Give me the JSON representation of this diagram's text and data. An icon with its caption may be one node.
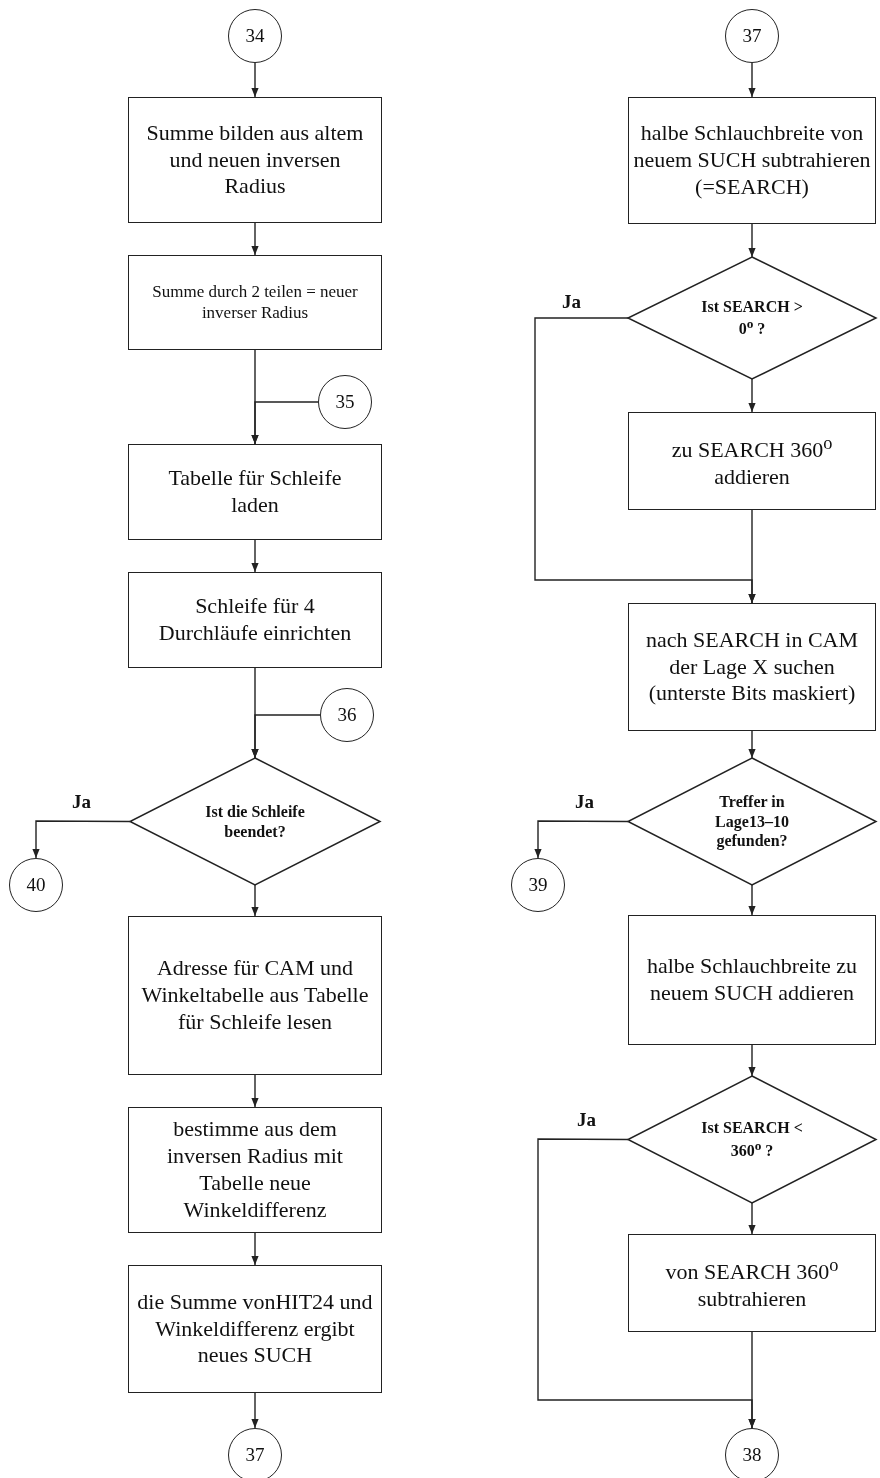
{
  "diagram": {
    "nodes": [
      {
        "text": [
          "34"
        ]
      },
      {
        "text": [
          "Summe bilden aus altem und neuen inversen Radius"
        ]
      },
      {
        "text": [
          "Summe durch 2 teilen = neuer inverser Radius"
        ]
      },
      {
        "text": [
          "35"
        ]
      },
      {
        "text": [
          "Tabelle für Schleife laden"
        ]
      },
      {
        "text": [
          "Schleife für 4 Durchläufe einrichten"
        ]
      },
      {
        "text": [
          "36"
        ]
      },
      {
        "text": [
          "Ist die Schleife beendet?"
        ]
      },
      {
        "text": [
          "40"
        ]
      },
      {
        "text": [
          "Adresse für CAM und Winkeltabelle aus Tabelle für Schleife lesen"
        ]
      },
      {
        "text": [
          "bestimme aus dem inversen Radius mit Tabelle neue Winkeldifferenz"
        ]
      },
      {
        "text": [
          "die Summe vonHIT24 und Winkeldifferenz ergibt neues SUCH"
        ]
      },
      {
        "text": [
          "37"
        ]
      },
      {
        "text": [
          "37"
        ]
      },
      {
        "text": [
          "halbe Schlauchbreite von neuem SUCH subtrahieren (=SEARCH)"
        ]
      },
      {
        "text": [
          "Ist SEARCH > 0$^{o}$ ?"
        ]
      },
      {
        "text": [
          "zu SEARCH 360$^{o}$ addieren"
        ]
      },
      {
        "text": [
          "nach SEARCH in CAM der Lage X suchen (unterste Bits maskiert)"
        ]
      },
      {
        "text": [
          "Treffer in Lage13–10 gefunden?"
        ]
      },
      {
        "text": [
          "39"
        ]
      },
      {
        "text": [
          "halbe Schlauchbreite zu neuem SUCH addieren"
        ]
      },
      {
        "text": [
          "Ist SEARCH < 360$^{o}$ ?"
        ]
      },
      {
        "text": [
          "von SEARCH 360$^{o}$ subtrahieren"
        ]
      },
      {
        "text": [
          "38"
        ]
      }
    ],
    "edges": [
      {
        "from": 0,
        "to": 1,
        "arrow": "to"
      },
      {
        "from": 1,
        "to": 2,
        "arrow": "to"
      },
      {
        "from": 2,
        "to": 4,
        "arrow": "to"
      },
      {
        "from": 3,
        "to": 4,
        "arrow": "to"
      },
      {
        "from": 4,
        "to": 5,
        "arrow": "to"
      },
      {
        "from": 5,
        "to": 7,
        "arrow": "to"
      },
      {
        "from": 6,
        "to": 7,
        "arrow": "to"
      },
      {
        "from": 7,
        "to": 8,
        "arrow": "to",
        "label": "Ja"
      },
      {
        "from": 7,
        "to": 9,
        "arrow": "to"
      },
      {
        "from": 9,
        "to": 10,
        "arrow": "to"
      },
      {
        "from": 10,
        "to": 11,
        "arrow": "to"
      },
      {
        "from": 11,
        "to": 12,
        "arrow": "to"
      },
      {
        "from": 13,
        "to": 14,
        "arrow": "to"
      },
      {
        "from": 14,
        "to": 15,
        "arrow": "to"
      },
      {
        "from": 15,
        "to": 16,
        "arrow": "to"
      },
      {
        "from": 15,
        "to": 17,
        "arrow": "to",
        "label": "Ja"
      },
      {
        "from": 16,
        "to": 17,
        "arrow": "to"
      },
      {
        "from": 17,
        "to": 18,
        "arrow": "to"
      },
      {
        "from": 18,
        "to": 19,
        "arrow": "to",
        "label": "Ja"
      },
      {
        "from": 18,
        "to": 20,
        "arrow": "to"
      },
      {
        "from": 20,
        "to": 21,
        "arrow": "to"
      },
      {
        "from": 21,
        "to": 22,
        "arrow": "to"
      },
      {
        "from": 21,
        "to": 23,
        "arrow": "to",
        "label": "Ja"
      },
      {
        "from": 22,
        "to": 23,
        "arrow": "to"
      }
    ]
  }
}
